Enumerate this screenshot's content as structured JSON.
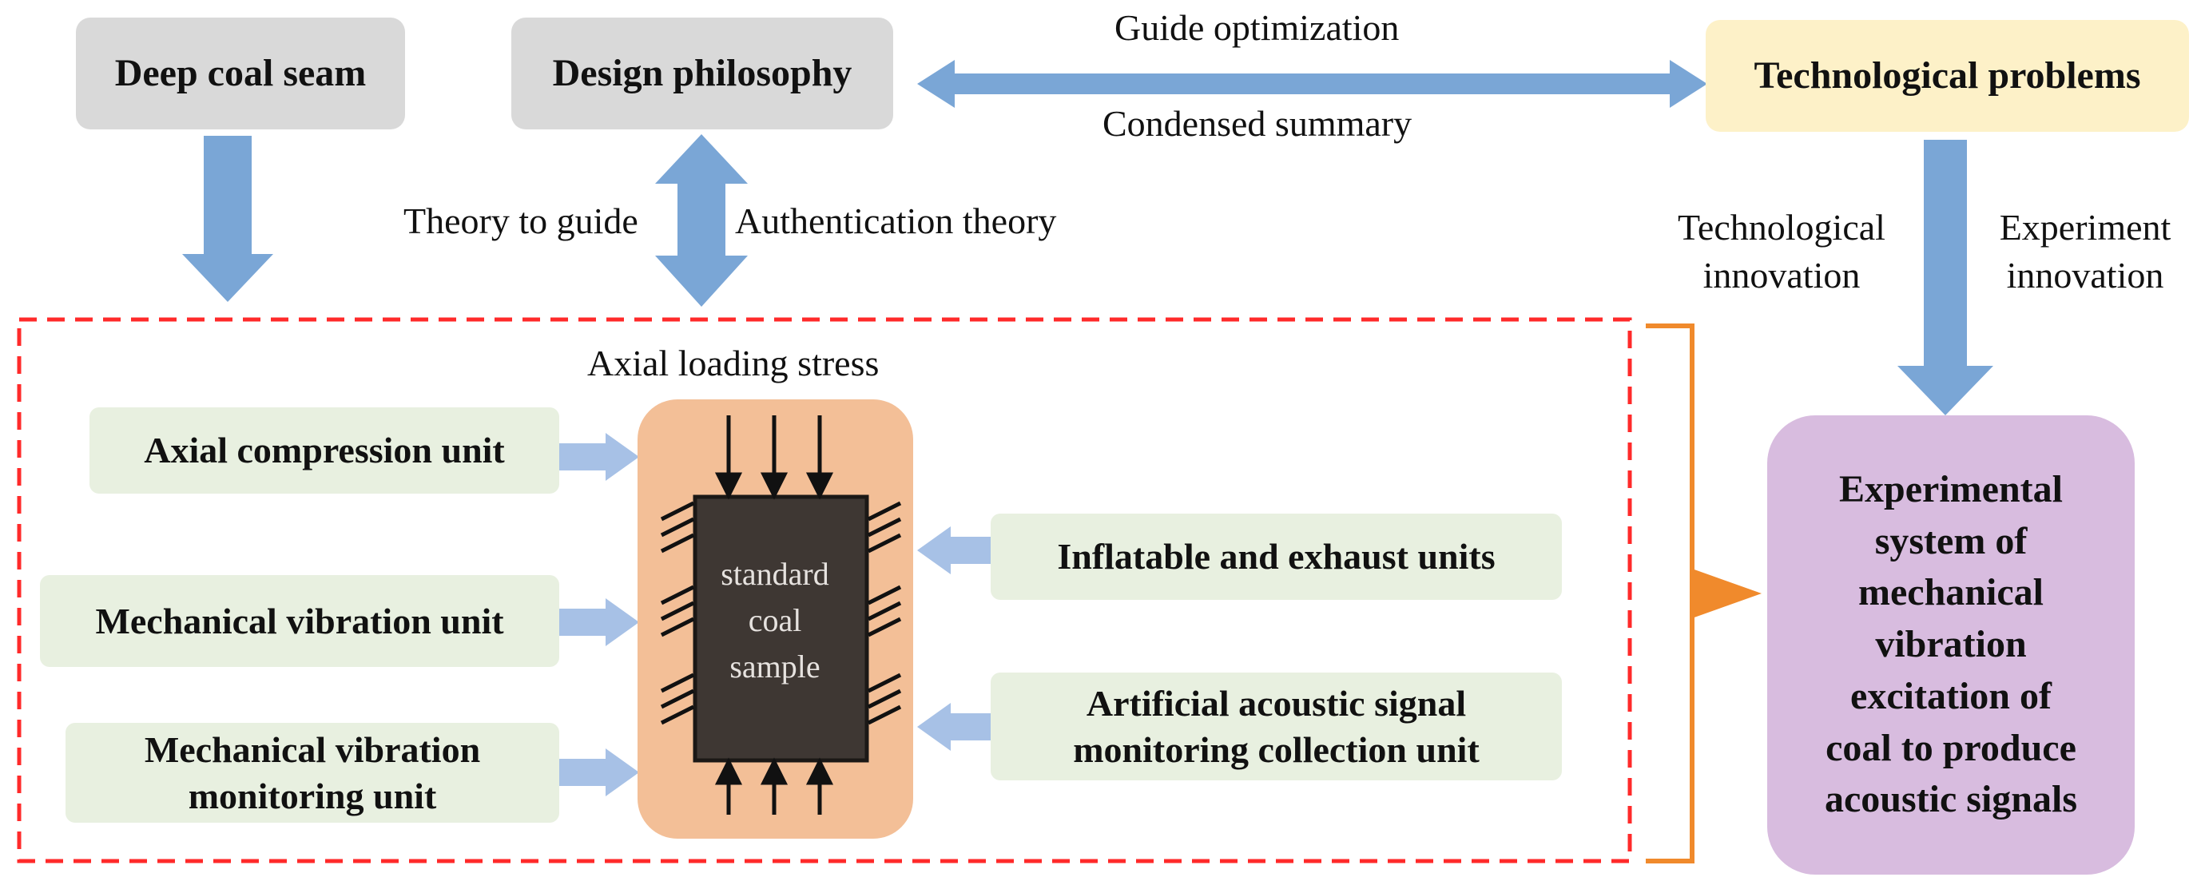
{
  "boxes": {
    "deep_coal_seam": "Deep coal seam",
    "design_philosophy": "Design philosophy",
    "technological_problems": "Technological problems",
    "axial_compression_unit": "Axial compression unit",
    "mechanical_vibration_unit": "Mechanical vibration unit",
    "mechanical_vibration_monitoring_unit": [
      "Mechanical vibration",
      "monitoring unit"
    ],
    "inflatable_exhaust_units": "Inflatable and exhaust units",
    "acoustic_signal_unit": [
      "Artificial acoustic signal",
      "monitoring collection unit"
    ],
    "experimental_system": [
      "Experimental",
      "system of",
      "mechanical",
      "vibration",
      "excitation of",
      "coal to produce",
      "acoustic signals"
    ]
  },
  "labels": {
    "guide_optimization": "Guide optimization",
    "condensed_summary": "Condensed summary",
    "theory_to_guide": "Theory to guide",
    "authentication_theory": "Authentication theory",
    "technological_innovation": [
      "Technological",
      "innovation"
    ],
    "experiment_innovation": [
      "Experiment",
      "innovation"
    ],
    "axial_loading_stress": "Axial loading stress"
  },
  "sample": [
    "standard",
    "coal",
    "sample"
  ],
  "colors": {
    "gray_box": "#d9d9d9",
    "yellow_box": "#fdf1c8",
    "green_box": "#e8f0e0",
    "purple_box": "#d8bcdf",
    "arrow_blue": "#7aa6d6",
    "dashed_red": "#ff2a2a",
    "bracket_orange": "#f08a2c",
    "sample_bg": "#f3bf97",
    "coal": "#3e3733"
  }
}
